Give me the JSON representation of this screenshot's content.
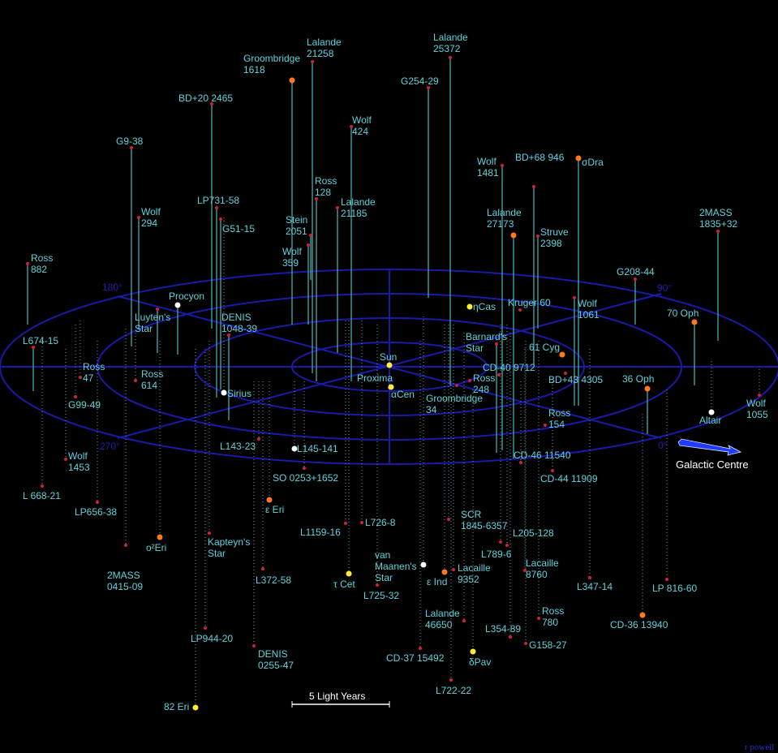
{
  "title_scale": "5 Light Years",
  "direction_label": "Galactic Centre",
  "signature": "r powell",
  "angle_labels": [
    "180°",
    "90°",
    "270°",
    "0°"
  ],
  "colors": {
    "red": "#d0203c",
    "orange": "#ff7a1a",
    "yellow": "#ffee33",
    "white": "#ffffff",
    "label": "#5fd3dc",
    "stem": "#4aa8a8",
    "grid": "#1a1aa8",
    "arrow": "#1e3cff"
  },
  "stars": [
    {
      "label": [
        "Ross",
        "882"
      ],
      "type": "red"
    },
    {
      "label": [
        "L674-15"
      ],
      "type": "red"
    },
    {
      "label": [
        "G9-38"
      ],
      "type": "red"
    },
    {
      "label": [
        "Wolf",
        "294"
      ],
      "type": "red"
    },
    {
      "label": [
        "BD+20 2465"
      ],
      "type": "red"
    },
    {
      "label": [
        "LP731-58"
      ],
      "type": "red"
    },
    {
      "label": [
        "G51-15"
      ],
      "type": "red"
    },
    {
      "label": [
        "Luyten's",
        "Star"
      ],
      "type": "red"
    },
    {
      "label": [
        "Procyon"
      ],
      "type": "white"
    },
    {
      "label": [
        "DENIS",
        "1048-39"
      ],
      "type": "red"
    },
    {
      "label": [
        "Sirius"
      ],
      "type": "white"
    },
    {
      "label": [
        "Groombridge",
        "1618"
      ],
      "type": "orange"
    },
    {
      "label": [
        "Lalande",
        "21258"
      ],
      "type": "red"
    },
    {
      "label": [
        "Wolf",
        "424"
      ],
      "type": "red"
    },
    {
      "label": [
        "Ross",
        "128"
      ],
      "type": "red"
    },
    {
      "label": [
        "Stein",
        "2051"
      ],
      "type": "red"
    },
    {
      "label": [
        "Wolf",
        "359"
      ],
      "type": "red"
    },
    {
      "label": [
        "Lalande",
        "21185"
      ],
      "type": "red"
    },
    {
      "label": [
        "G254-29"
      ],
      "type": "red"
    },
    {
      "label": [
        "Lalande",
        "25372"
      ],
      "type": "red"
    },
    {
      "label": [
        "Wolf",
        "1481"
      ],
      "type": "red"
    },
    {
      "label": [
        "BD+68 946"
      ],
      "type": "red"
    },
    {
      "label": [
        "σDra"
      ],
      "type": "orange"
    },
    {
      "label": [
        "Lalande",
        "27173"
      ],
      "type": "orange"
    },
    {
      "label": [
        "Struve",
        "2398"
      ],
      "type": "red"
    },
    {
      "label": [
        "2MASS",
        "1835+32"
      ],
      "type": "red"
    },
    {
      "label": [
        "G208-44"
      ],
      "type": "red"
    },
    {
      "label": [
        "Kruger 60"
      ],
      "type": "red"
    },
    {
      "label": [
        "Wolf",
        "1061"
      ],
      "type": "red"
    },
    {
      "label": [
        "70 Oph"
      ],
      "type": "orange"
    },
    {
      "label": [
        "61 Cyg"
      ],
      "type": "orange"
    },
    {
      "label": [
        "Barnard's",
        "Star"
      ],
      "type": "red"
    },
    {
      "label": [
        "36 Oph"
      ],
      "type": "orange"
    },
    {
      "label": [
        "ηCas"
      ],
      "type": "yellow"
    },
    {
      "label": [
        "Sun"
      ],
      "type": "yellow"
    },
    {
      "label": [
        "Proxima"
      ],
      "type": "red"
    },
    {
      "label": [
        "αCen"
      ],
      "type": "yellow"
    },
    {
      "label": [
        "Ross",
        "248"
      ],
      "type": "red"
    },
    {
      "label": [
        "Groombridge",
        "34"
      ],
      "type": "red"
    },
    {
      "label": [
        "CD-40 9712"
      ],
      "type": "red"
    },
    {
      "label": [
        "BD+43 4305"
      ],
      "type": "red"
    },
    {
      "label": [
        "Ross",
        "154"
      ],
      "type": "red"
    },
    {
      "label": [
        "Altair"
      ],
      "type": "white"
    },
    {
      "label": [
        "Wolf",
        "1055"
      ],
      "type": "red"
    },
    {
      "label": [
        "L 668-21"
      ],
      "type": "red"
    },
    {
      "label": [
        "Ross",
        "47"
      ],
      "type": "red"
    },
    {
      "label": [
        "G99-49"
      ],
      "type": "red"
    },
    {
      "label": [
        "Ross",
        "614"
      ],
      "type": "red"
    },
    {
      "label": [
        "Wolf",
        "1453"
      ],
      "type": "red"
    },
    {
      "label": [
        "LP656-38"
      ],
      "type": "red"
    },
    {
      "label": [
        "2MASS",
        "0415-09"
      ],
      "type": "red"
    },
    {
      "label": [
        "o²Eri"
      ],
      "type": "orange"
    },
    {
      "label": [
        "Kapteyn's",
        "Star"
      ],
      "type": "red"
    },
    {
      "label": [
        "LP944-20"
      ],
      "type": "red"
    },
    {
      "label": [
        "82 Eri"
      ],
      "type": "yellow"
    },
    {
      "label": [
        "DENIS",
        "0255-47"
      ],
      "type": "red"
    },
    {
      "label": [
        "L143-23"
      ],
      "type": "red"
    },
    {
      "label": [
        "L145-141"
      ],
      "type": "white"
    },
    {
      "label": [
        "SO 0253+1652"
      ],
      "type": "red"
    },
    {
      "label": [
        "ε Eri"
      ],
      "type": "orange"
    },
    {
      "label": [
        "L372-58"
      ],
      "type": "red"
    },
    {
      "label": [
        "L1159-16"
      ],
      "type": "red"
    },
    {
      "label": [
        "L726-8"
      ],
      "type": "red"
    },
    {
      "label": [
        "τ Cet"
      ],
      "type": "yellow"
    },
    {
      "label": [
        "L725-32"
      ],
      "type": "red"
    },
    {
      "label": [
        "van",
        "Maanen's",
        "Star"
      ],
      "type": "white"
    },
    {
      "label": [
        "CD-37 15492"
      ],
      "type": "red"
    },
    {
      "label": [
        "ε Ind"
      ],
      "type": "orange"
    },
    {
      "label": [
        "Lacaille",
        "9352"
      ],
      "type": "red"
    },
    {
      "label": [
        "SCR",
        "1845-6357"
      ],
      "type": "red"
    },
    {
      "label": [
        "Lalande",
        "46650"
      ],
      "type": "red"
    },
    {
      "label": [
        "δPav"
      ],
      "type": "yellow"
    },
    {
      "label": [
        "L722-22"
      ],
      "type": "red"
    },
    {
      "label": [
        "L205-128"
      ],
      "type": "red"
    },
    {
      "label": [
        "L789-6"
      ],
      "type": "red"
    },
    {
      "label": [
        "L354-89"
      ],
      "type": "red"
    },
    {
      "label": [
        "G158-27"
      ],
      "type": "red"
    },
    {
      "label": [
        "Lacaille",
        "8760"
      ],
      "type": "red"
    },
    {
      "label": [
        "Ross",
        "780"
      ],
      "type": "red"
    },
    {
      "label": [
        "L347-14"
      ],
      "type": "red"
    },
    {
      "label": [
        "LP 816-60"
      ],
      "type": "red"
    },
    {
      "label": [
        "CD-36 13940"
      ],
      "type": "orange"
    },
    {
      "label": [
        "CD-46 11540"
      ],
      "type": "red"
    },
    {
      "label": [
        "CD-44 11909"
      ],
      "type": "red"
    }
  ]
}
